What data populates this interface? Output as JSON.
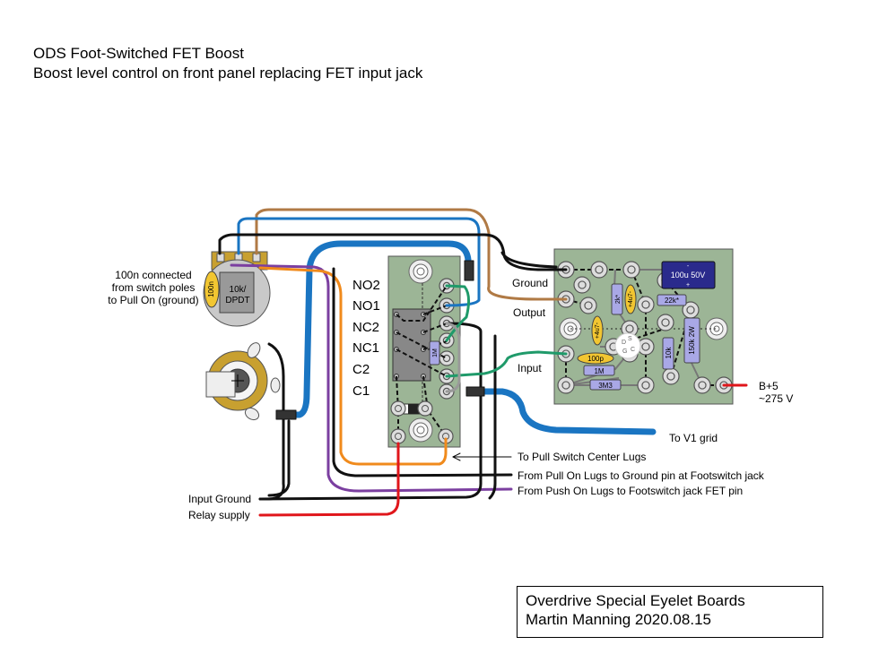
{
  "title": {
    "line1": "ODS Foot-Switched FET Boost",
    "line2": "Boost level control on front panel replacing FET input jack"
  },
  "pot": {
    "note_lines": [
      "100n connected",
      "from switch poles",
      "to Pull On (ground)"
    ],
    "cap_label": "100n",
    "body_label_line1": "10k/",
    "body_label_line2": "DPDT"
  },
  "relay": {
    "pins": [
      "NO2",
      "NO1",
      "NC2",
      "NC1",
      "C2",
      "C1"
    ],
    "resistor_label": "1M"
  },
  "fet_board": {
    "labels": {
      "ground": "Ground",
      "output": "Output",
      "input": "Input",
      "supply_line1": "B+5",
      "supply_line2": "~275 V"
    },
    "components": {
      "electrolytic": {
        "line1": "-",
        "line2": "100u 50V",
        "line3": "+"
      },
      "r_2k": "2k*",
      "c_4u7_top": "+4u7-",
      "c_4u7_left": "+4u7-",
      "r_22k": "22k*",
      "r_10k": "10k",
      "r_150k": "150k 2W",
      "c_100p": "100p",
      "r_1m": "1M",
      "r_3m3": "3M3",
      "fet_pins": [
        "D",
        "S",
        "G",
        "C"
      ]
    }
  },
  "annotations": {
    "to_v1": "To V1 grid",
    "pull_center": "To Pull Switch Center Lugs",
    "pull_on": "From Pull On Lugs to Ground pin at Footswitch jack",
    "push_on": "From Push On Lugs to Footswitch jack FET pin",
    "input_ground": "Input Ground",
    "relay_supply": "Relay supply"
  },
  "credit": {
    "line1": "Overdrive Special Eyelet Boards",
    "line2": "Martin Manning 2020.08.15"
  },
  "colors": {
    "board_green": "#9cb596",
    "wire_blue": "#1a75c2",
    "wire_brown": "#b07a45",
    "wire_orange": "#f08a1c",
    "wire_purple": "#7b3fa0",
    "wire_green": "#1f9a6a",
    "wire_red": "#e0161b",
    "resistor_fill": "#a9a8e6",
    "cap_fill": "#f2c631",
    "electrolytic_fill": "#2a2a8c"
  }
}
